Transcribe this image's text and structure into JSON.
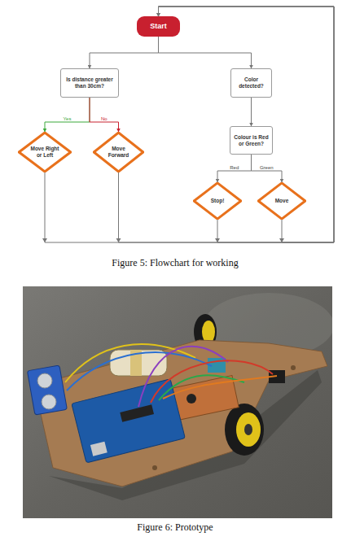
{
  "diagram": {
    "caption": "Figure 5: Flowchart for working",
    "nodes": [
      {
        "text": [
          "Start"
        ]
      },
      {
        "text": [
          "Is distance greater than 30cm?"
        ]
      },
      {
        "text": [
          "Color detected?"
        ]
      },
      {
        "text": [
          "Colour is Red or Green?"
        ]
      },
      {
        "text": [
          "Move Right or Left"
        ]
      },
      {
        "text": [
          "Move Forward"
        ]
      },
      {
        "text": [
          "Stop!"
        ]
      },
      {
        "text": [
          "Move"
        ]
      }
    ],
    "edges": [
      {
        "from": 0,
        "to": 1,
        "arrow": "to"
      },
      {
        "from": 0,
        "to": 2,
        "arrow": "to"
      },
      {
        "from": 1,
        "to": 4,
        "label": "Yes",
        "arrow": "to"
      },
      {
        "from": 1,
        "to": 5,
        "label": "No",
        "arrow": "to"
      },
      {
        "from": 2,
        "to": 3,
        "arrow": "to"
      },
      {
        "from": 3,
        "to": 6,
        "label": "Red",
        "arrow": "to"
      },
      {
        "from": 3,
        "to": 7,
        "label": "Green",
        "arrow": "to"
      },
      {
        "from": 4,
        "to": 0,
        "arrow": "to"
      },
      {
        "from": 5,
        "to": 0,
        "arrow": "to"
      },
      {
        "from": 6,
        "to": 0,
        "arrow": "to"
      },
      {
        "from": 7,
        "to": 0,
        "arrow": "to"
      }
    ],
    "labels": [
      "Figure 6: Prototype"
    ]
  }
}
